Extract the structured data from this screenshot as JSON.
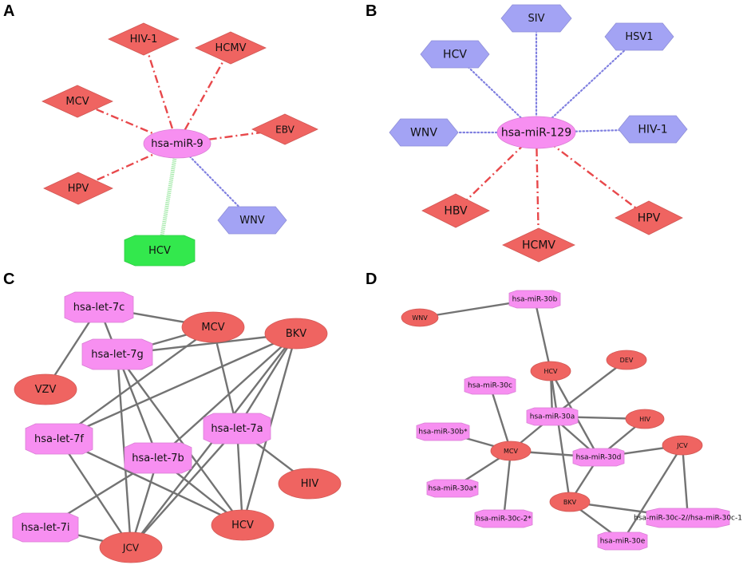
{
  "colors": {
    "virus_red": "#ef6461",
    "mirna_pink": "#f78ff1",
    "virus_blue": "#a3a3f4",
    "hcv_green": "#33e84d",
    "edge_gray": "#737373",
    "edge_red": "#e8484b",
    "edge_blue": "#8080e0",
    "edge_green": "#9ee8a4"
  },
  "panels": [
    {
      "id": "A",
      "label": "A",
      "nodes": [
        {
          "id": "mir9",
          "label": "hsa-miR-9",
          "shape": "ellipse",
          "color": "mirna_pink"
        },
        {
          "id": "hiv1",
          "label": "HIV-1",
          "shape": "diamond",
          "color": "virus_red"
        },
        {
          "id": "hcmv",
          "label": "HCMV",
          "shape": "diamond",
          "color": "virus_red"
        },
        {
          "id": "mcv",
          "label": "MCV",
          "shape": "diamond",
          "color": "virus_red"
        },
        {
          "id": "ebv",
          "label": "EBV",
          "shape": "diamond",
          "color": "virus_red"
        },
        {
          "id": "hpv",
          "label": "HPV",
          "shape": "diamond",
          "color": "virus_red"
        },
        {
          "id": "wnv",
          "label": "WNV",
          "shape": "hexagon",
          "color": "virus_blue"
        },
        {
          "id": "hcv",
          "label": "HCV",
          "shape": "octagon",
          "color": "hcv_green"
        }
      ],
      "edges": [
        {
          "source": "mir9",
          "target": "hiv1",
          "style": "dashdot_red"
        },
        {
          "source": "mir9",
          "target": "hcmv",
          "style": "dashdot_red"
        },
        {
          "source": "mir9",
          "target": "mcv",
          "style": "dashdot_red"
        },
        {
          "source": "mir9",
          "target": "ebv",
          "style": "dashdot_red"
        },
        {
          "source": "mir9",
          "target": "hpv",
          "style": "dashdot_red"
        },
        {
          "source": "mir9",
          "target": "wnv",
          "style": "dotted_blue"
        },
        {
          "source": "mir9",
          "target": "hcv",
          "style": "hatched_green"
        }
      ]
    },
    {
      "id": "B",
      "label": "B",
      "nodes": [
        {
          "id": "mir129",
          "label": "hsa-miR-129",
          "shape": "ellipse",
          "color": "mirna_pink"
        },
        {
          "id": "siv",
          "label": "SIV",
          "shape": "hexagon",
          "color": "virus_blue"
        },
        {
          "id": "hcv",
          "label": "HCV",
          "shape": "hexagon",
          "color": "virus_blue"
        },
        {
          "id": "hsv1",
          "label": "HSV1",
          "shape": "hexagon",
          "color": "virus_blue"
        },
        {
          "id": "wnv",
          "label": "WNV",
          "shape": "hexagon",
          "color": "virus_blue"
        },
        {
          "id": "hiv1",
          "label": "HIV-1",
          "shape": "hexagon",
          "color": "virus_blue"
        },
        {
          "id": "hbv",
          "label": "HBV",
          "shape": "diamond",
          "color": "virus_red"
        },
        {
          "id": "hpv",
          "label": "HPV",
          "shape": "diamond",
          "color": "virus_red"
        },
        {
          "id": "hcmv",
          "label": "HCMV",
          "shape": "diamond",
          "color": "virus_red"
        }
      ],
      "edges": [
        {
          "source": "mir129",
          "target": "siv",
          "style": "dotted_blue"
        },
        {
          "source": "mir129",
          "target": "hcv",
          "style": "dotted_blue"
        },
        {
          "source": "mir129",
          "target": "hsv1",
          "style": "dotted_blue"
        },
        {
          "source": "mir129",
          "target": "wnv",
          "style": "dotted_blue"
        },
        {
          "source": "mir129",
          "target": "hiv1",
          "style": "dotted_blue"
        },
        {
          "source": "mir129",
          "target": "hbv",
          "style": "dashdot_red"
        },
        {
          "source": "mir129",
          "target": "hpv",
          "style": "dashdot_red"
        },
        {
          "source": "mir129",
          "target": "hcmv",
          "style": "dashdot_red"
        }
      ]
    },
    {
      "id": "C",
      "label": "C",
      "nodes": [
        {
          "id": "let7c",
          "label": "hsa-let-7c",
          "shape": "octagon",
          "color": "mirna_pink"
        },
        {
          "id": "let7g",
          "label": "hsa-let-7g",
          "shape": "octagon",
          "color": "mirna_pink"
        },
        {
          "id": "let7f",
          "label": "hsa-let-7f",
          "shape": "octagon",
          "color": "mirna_pink"
        },
        {
          "id": "let7b",
          "label": "hsa-let-7b",
          "shape": "octagon",
          "color": "mirna_pink"
        },
        {
          "id": "let7a",
          "label": "hsa-let-7a",
          "shape": "octagon",
          "color": "mirna_pink"
        },
        {
          "id": "let7i",
          "label": "hsa-let-7i",
          "shape": "octagon",
          "color": "mirna_pink"
        },
        {
          "id": "mcv",
          "label": "MCV",
          "shape": "ellipse",
          "color": "virus_red"
        },
        {
          "id": "bkv",
          "label": "BKV",
          "shape": "ellipse",
          "color": "virus_red"
        },
        {
          "id": "vzv",
          "label": "VZV",
          "shape": "ellipse",
          "color": "virus_red"
        },
        {
          "id": "hiv",
          "label": "HIV",
          "shape": "ellipse",
          "color": "virus_red"
        },
        {
          "id": "hcv",
          "label": "HCV",
          "shape": "ellipse",
          "color": "virus_red"
        },
        {
          "id": "jcv",
          "label": "JCV",
          "shape": "ellipse",
          "color": "virus_red"
        }
      ],
      "edges": [
        {
          "source": "let7c",
          "target": "mcv",
          "style": "solid_gray"
        },
        {
          "source": "let7c",
          "target": "vzv",
          "style": "solid_gray"
        },
        {
          "source": "let7c",
          "target": "let7b",
          "style": "solid_gray"
        },
        {
          "source": "let7g",
          "target": "mcv",
          "style": "solid_gray"
        },
        {
          "source": "let7g",
          "target": "bkv",
          "style": "solid_gray"
        },
        {
          "source": "let7g",
          "target": "jcv",
          "style": "solid_gray"
        },
        {
          "source": "let7g",
          "target": "hcv",
          "style": "solid_gray"
        },
        {
          "source": "mcv",
          "target": "let7f",
          "style": "solid_gray"
        },
        {
          "source": "mcv",
          "target": "let7a",
          "style": "solid_gray"
        },
        {
          "source": "bkv",
          "target": "let7f",
          "style": "solid_gray"
        },
        {
          "source": "bkv",
          "target": "let7b",
          "style": "solid_gray"
        },
        {
          "source": "bkv",
          "target": "let7a",
          "style": "solid_gray"
        },
        {
          "source": "bkv",
          "target": "hcv",
          "style": "solid_gray"
        },
        {
          "source": "bkv",
          "target": "jcv",
          "style": "solid_gray"
        },
        {
          "source": "let7f",
          "target": "hcv",
          "style": "solid_gray"
        },
        {
          "source": "let7f",
          "target": "jcv",
          "style": "solid_gray"
        },
        {
          "source": "let7b",
          "target": "hcv",
          "style": "solid_gray"
        },
        {
          "source": "let7b",
          "target": "jcv",
          "style": "solid_gray"
        },
        {
          "source": "let7b",
          "target": "let7i",
          "style": "solid_gray"
        },
        {
          "source": "let7a",
          "target": "hiv",
          "style": "solid_gray"
        },
        {
          "source": "let7a",
          "target": "hcv",
          "style": "solid_gray"
        },
        {
          "source": "let7a",
          "target": "jcv",
          "style": "solid_gray"
        },
        {
          "source": "let7i",
          "target": "jcv",
          "style": "solid_gray"
        }
      ]
    },
    {
      "id": "D",
      "label": "D",
      "nodes": [
        {
          "id": "mir30b",
          "label": "hsa-miR-30b",
          "shape": "octagon",
          "color": "mirna_pink"
        },
        {
          "id": "mir30c",
          "label": "hsa-miR-30c",
          "shape": "octagon",
          "color": "mirna_pink"
        },
        {
          "id": "mir30a",
          "label": "hsa-miR-30a",
          "shape": "octagon",
          "color": "mirna_pink"
        },
        {
          "id": "mir30bs",
          "label": "hsa-miR-30b*",
          "shape": "octagon",
          "color": "mirna_pink"
        },
        {
          "id": "mir30d",
          "label": "hsa-miR-30d",
          "shape": "octagon",
          "color": "mirna_pink"
        },
        {
          "id": "mir30as",
          "label": "hsa-miR-30a*",
          "shape": "octagon",
          "color": "mirna_pink"
        },
        {
          "id": "mir30c2s",
          "label": "hsa-miR-30c-2*",
          "shape": "octagon",
          "color": "mirna_pink"
        },
        {
          "id": "mir30c2c1",
          "label": "hsa-miR-30c-2//hsa-miR-30c-1",
          "shape": "octagon",
          "color": "mirna_pink"
        },
        {
          "id": "mir30e",
          "label": "hsa-miR-30e",
          "shape": "octagon",
          "color": "mirna_pink"
        },
        {
          "id": "wnv",
          "label": "WNV",
          "shape": "ellipse",
          "color": "virus_red"
        },
        {
          "id": "hcv",
          "label": "HCV",
          "shape": "ellipse",
          "color": "virus_red"
        },
        {
          "id": "dev",
          "label": "DEV",
          "shape": "ellipse",
          "color": "virus_red"
        },
        {
          "id": "hiv",
          "label": "HIV",
          "shape": "ellipse",
          "color": "virus_red"
        },
        {
          "id": "mcv",
          "label": "MCV",
          "shape": "ellipse",
          "color": "virus_red"
        },
        {
          "id": "jcv",
          "label": "JCV",
          "shape": "ellipse",
          "color": "virus_red"
        },
        {
          "id": "bkv",
          "label": "BKV",
          "shape": "ellipse",
          "color": "virus_red"
        }
      ],
      "edges": [
        {
          "source": "wnv",
          "target": "mir30b",
          "style": "solid_gray"
        },
        {
          "source": "mir30b",
          "target": "hcv",
          "style": "solid_gray"
        },
        {
          "source": "hcv",
          "target": "mir30a",
          "style": "solid_gray"
        },
        {
          "source": "hcv",
          "target": "mir30d",
          "style": "solid_gray"
        },
        {
          "source": "hcv",
          "target": "bkv",
          "style": "solid_gray"
        },
        {
          "source": "dev",
          "target": "mir30a",
          "style": "solid_gray"
        },
        {
          "source": "mir30c",
          "target": "mcv",
          "style": "solid_gray"
        },
        {
          "source": "mir30a",
          "target": "hiv",
          "style": "solid_gray"
        },
        {
          "source": "mir30a",
          "target": "mcv",
          "style": "solid_gray"
        },
        {
          "source": "mir30a",
          "target": "mir30d",
          "style": "solid_gray"
        },
        {
          "source": "mir30bs",
          "target": "mcv",
          "style": "solid_gray"
        },
        {
          "source": "mcv",
          "target": "mir30d",
          "style": "solid_gray"
        },
        {
          "source": "mcv",
          "target": "mir30as",
          "style": "solid_gray"
        },
        {
          "source": "mcv",
          "target": "mir30c2s",
          "style": "solid_gray"
        },
        {
          "source": "hiv",
          "target": "mir30d",
          "style": "solid_gray"
        },
        {
          "source": "mir30d",
          "target": "jcv",
          "style": "solid_gray"
        },
        {
          "source": "mir30d",
          "target": "bkv",
          "style": "solid_gray"
        },
        {
          "source": "jcv",
          "target": "mir30c2c1",
          "style": "solid_gray"
        },
        {
          "source": "jcv",
          "target": "mir30e",
          "style": "solid_gray"
        },
        {
          "source": "bkv",
          "target": "mir30c2c1",
          "style": "solid_gray"
        },
        {
          "source": "bkv",
          "target": "mir30e",
          "style": "solid_gray"
        }
      ]
    }
  ]
}
